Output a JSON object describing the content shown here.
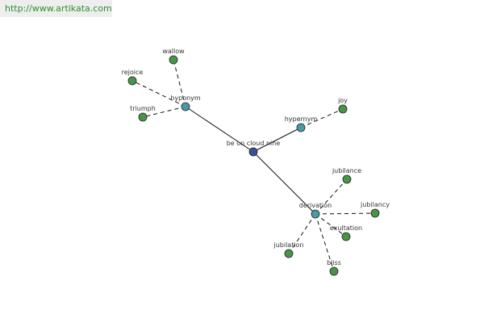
{
  "source_url": "http://www.artikata.com",
  "colors": {
    "center_node": "#3a4f9a",
    "relation_node": "#4a9aa5",
    "word_node": "#4a9448",
    "node_stroke": "#222222",
    "solid_edge": "#111111",
    "dashed_edge": "#111111",
    "link_text": "#2f8f2f"
  },
  "graph": {
    "center": {
      "label": "be on cloud nine"
    },
    "relations": [
      {
        "id": "hyponym",
        "label": "hyponym",
        "words": [
          "wallow",
          "rejoice",
          "triumph"
        ]
      },
      {
        "id": "hypernym",
        "label": "hypernym",
        "words": [
          "joy"
        ]
      },
      {
        "id": "derivation",
        "label": "derivation",
        "words": [
          "jubilance",
          "jubilancy",
          "exultation",
          "jubilation",
          "bliss"
        ]
      }
    ]
  }
}
